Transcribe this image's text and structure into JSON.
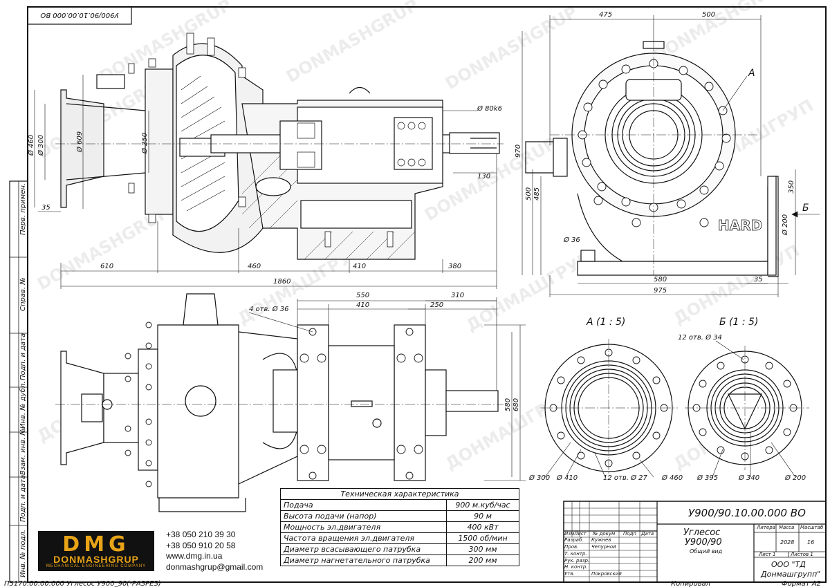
{
  "drawing": {
    "stamp_code_rotated": "У900/90.10.00.000 ВО",
    "left_strip": [
      "Перв. примен.",
      "Справ. №",
      "Подп. и дата",
      "Инв. № дубл.",
      "Взам. инв. №",
      "Подп. и дата",
      "Инв. № подл."
    ],
    "footer_left": "П5170.00.00.000 Углесос У900_90(-РАЗРЕЗ)",
    "footer_copy": "Копировал",
    "footer_format": "Формат А2",
    "watermarks": [
      "DONMASHGRUP",
      "ДОНМАШГРУП"
    ]
  },
  "dimensions": {
    "top_view": {
      "d460": "Ø 460",
      "d300": "Ø 300",
      "d609": "Ø 609",
      "d250": "Ø 250",
      "l35": "35",
      "shaft": "Ø 80k6",
      "l130": "130",
      "l610": "610",
      "l460": "460",
      "l410": "410",
      "l380": "380",
      "l1860": "1860"
    },
    "side_view": {
      "w475": "475",
      "w500": "500",
      "h970": "970",
      "h500": "500",
      "h485": "485",
      "h350": "350",
      "d200": "Ø 200",
      "d36": "Ø 36",
      "w580": "580",
      "w975": "975",
      "w35": "35",
      "callout_a": "А",
      "callout_b": "Б",
      "brand": "HARD"
    },
    "plan_view": {
      "l550": "550",
      "l410": "410",
      "l250": "250",
      "l310": "310",
      "holes": "4 отв. Ø 36",
      "h580": "580",
      "h680": "680"
    },
    "detail_a": {
      "title": "А (1 : 5)",
      "d300": "Ø 300",
      "d410": "Ø 410",
      "holes": "12 отв. Ø 27",
      "d460": "Ø 460"
    },
    "detail_b": {
      "title": "Б (1 : 5)",
      "holes": "12 отв. Ø 34",
      "d395": "Ø 395",
      "d340": "Ø 340",
      "d200": "Ø 200"
    }
  },
  "spec": {
    "title": "Техническая характеристика",
    "rows": [
      {
        "label": "Подача",
        "value": "900 м.куб/час"
      },
      {
        "label": "Высота подачи (напор)",
        "value": "90 м"
      },
      {
        "label": "Мощность эл.двигателя",
        "value": "400 кВт"
      },
      {
        "label": "Частота вращения эл.двигателя",
        "value": "1500 об/мин"
      },
      {
        "label": "Диаметр всасывающего патрубка",
        "value": "300 мм"
      },
      {
        "label": "Диаметр нагнетательного патрубка",
        "value": "200 мм"
      }
    ]
  },
  "company": {
    "logo_big": "DMG",
    "logo_name": "DONMASHGRUP",
    "logo_sub": "MECHANICAL ENGINEERING COMPANY",
    "phone1": "+38 050 210 39 30",
    "phone2": "+38 050 910 20 58",
    "site": "www.dmg.in.ua",
    "email": "donmashgrup@gmail.com"
  },
  "title_block": {
    "designation": "У900/90.10.00.000 ВО",
    "name_line1": "Углесос",
    "name_line2": "У900/90",
    "name_line3": "Общий вид",
    "col_izm": "Изм",
    "col_list": "Лист",
    "col_doc": "№ докум",
    "col_sign": "Подп",
    "col_date": "Дата",
    "r_razrab": "Разраб.",
    "r_razrab_name": "Кужнев",
    "r_prov": "Пров.",
    "r_prov_name": "Чепурной",
    "r_tkontr": "Т. контр.",
    "r_ruk": "Рук. разр.",
    "r_nkontr": "Н. контр.",
    "r_utv": "Утв.",
    "r_utv_name": "Покровский",
    "litera": "Литера",
    "massa": "Масса",
    "masshtab": "Масштаб",
    "massa_val": "2028",
    "masshtab_val": "16",
    "sheet": "Лист 1",
    "sheets": "Листов 1",
    "org1": "ООО \"ТД",
    "org2": "Донмашгрупп\""
  }
}
